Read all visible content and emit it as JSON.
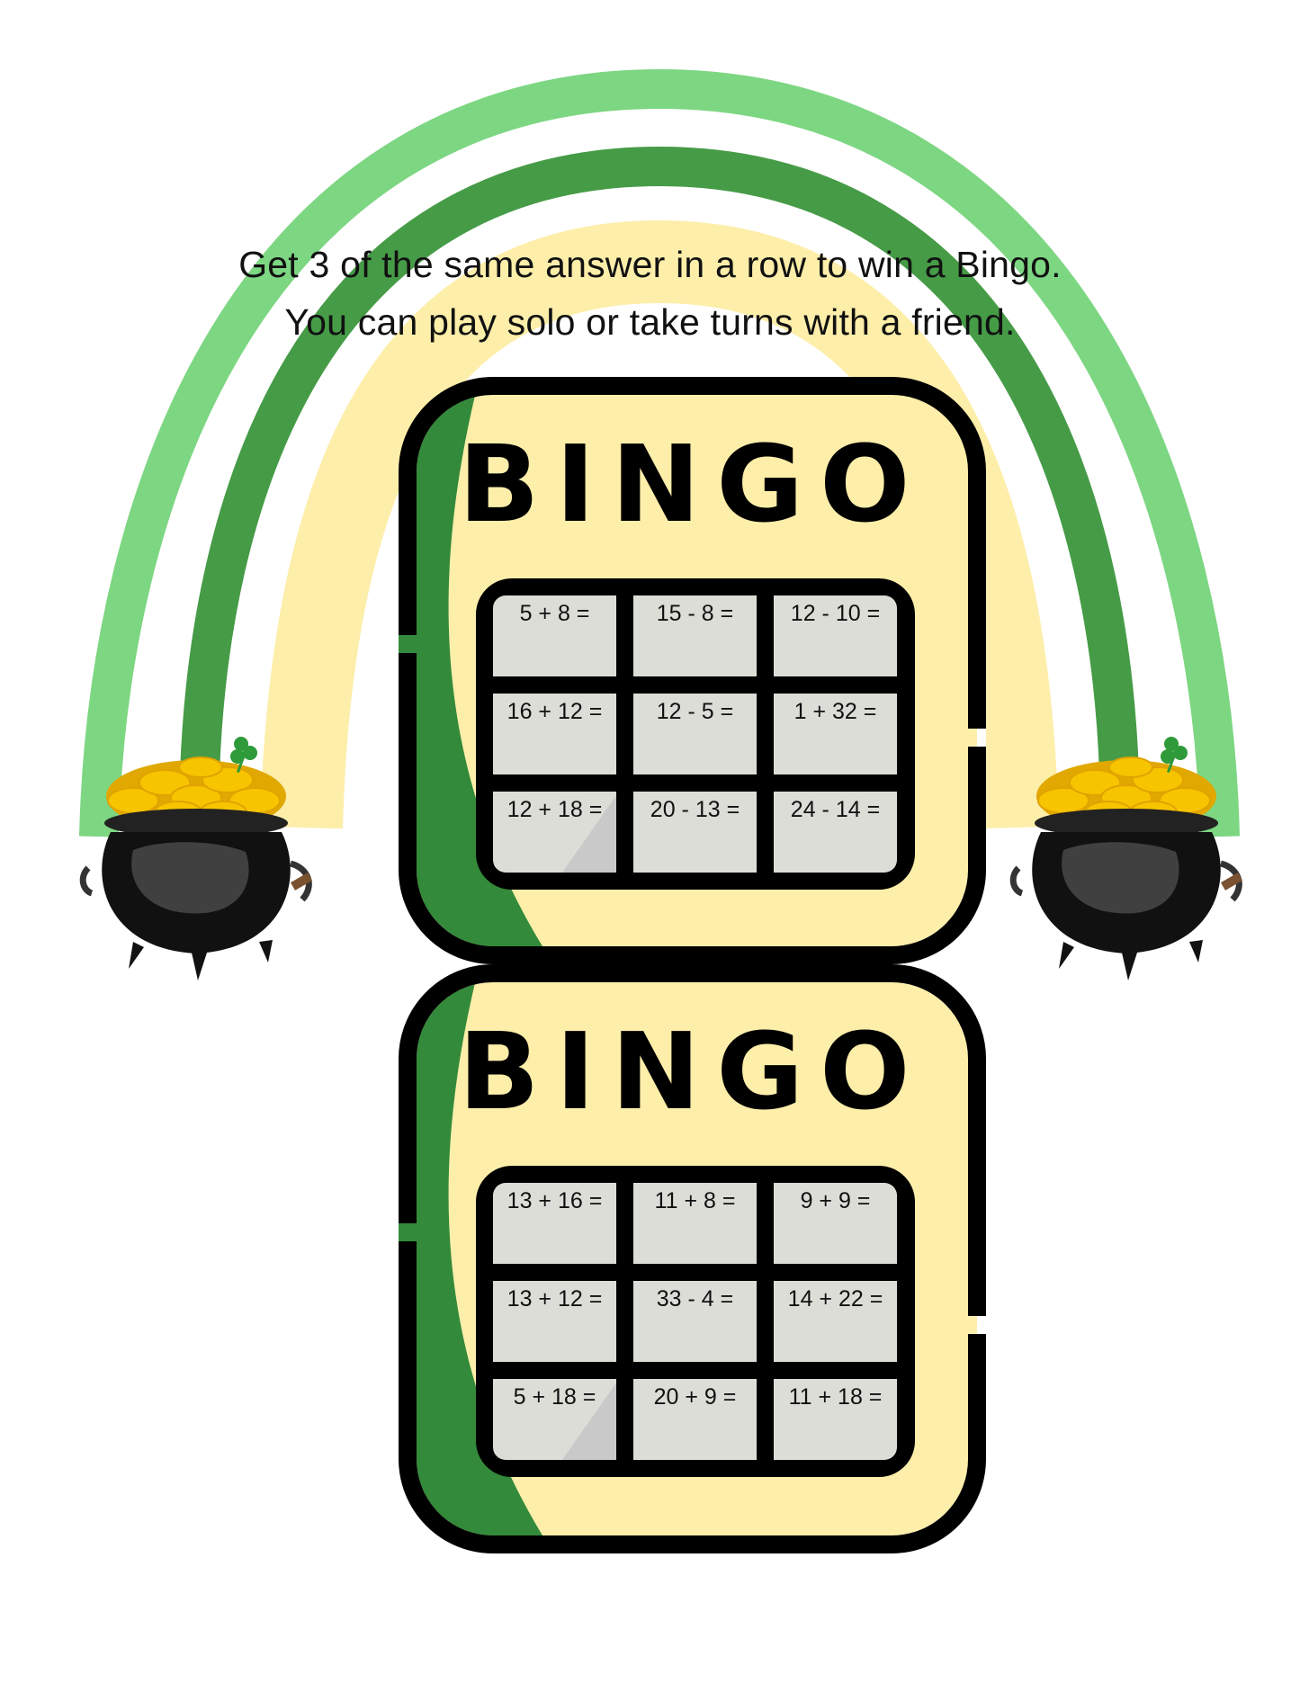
{
  "colors": {
    "rainbow_outer": "#7dd682",
    "rainbow_middle": "#469b47",
    "rainbow_inner": "#fdeeaa",
    "card_fill": "#fdeeaa",
    "card_corner_green": "#338a3a",
    "card_outline": "#000000",
    "cell_fill": "#dcddd6",
    "pot_body": "#1a1a1a",
    "gold": "#f7c400",
    "shamrock": "#2e9a3a"
  },
  "instructions": {
    "line1": "Get 3 of the same answer in a row to win a Bingo.",
    "line2": "You can play solo or take turns with a friend."
  },
  "decorations": {
    "left_pot": "pot-of-gold-icon",
    "right_pot": "pot-of-gold-icon",
    "rainbow": "rainbow-arc"
  },
  "cards": [
    {
      "title": "BINGO",
      "cells": [
        [
          "5 + 8 =",
          "15 - 8 =",
          "12 - 10 ="
        ],
        [
          "16 + 12 =",
          "12 - 5 =",
          "1 + 32 ="
        ],
        [
          "12 + 18 =",
          "20 - 13 =",
          "24 - 14 ="
        ]
      ]
    },
    {
      "title": "BINGO",
      "cells": [
        [
          "13 + 16 =",
          "11 + 8 =",
          "9 + 9 ="
        ],
        [
          "13 + 12 =",
          "33 - 4 =",
          "14 + 22 ="
        ],
        [
          "5 + 18 =",
          "20 + 9 =",
          "11 + 18 ="
        ]
      ]
    }
  ]
}
